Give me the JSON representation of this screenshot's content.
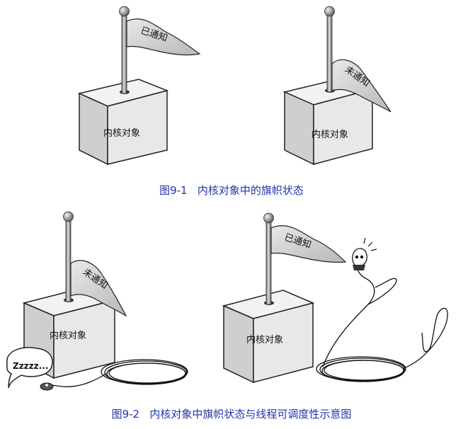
{
  "figure1": {
    "caption": "图9-1   内核对象中的旗帜状态",
    "left": {
      "box_label": "内核对象",
      "flag_label": "已通知"
    },
    "right": {
      "box_label": "内核对象",
      "flag_label": "未通知"
    }
  },
  "figure2": {
    "caption": "图9-2   内核对象中旗帜状态与线程可调度性示意图",
    "left": {
      "box_label": "内核对象",
      "flag_label": "未通知",
      "sleep_text": "Zzzzz..."
    },
    "right": {
      "box_label": "内核对象",
      "flag_label": "已通知"
    }
  },
  "colors": {
    "caption": "#2233aa",
    "box_front": "#e6e6e6",
    "box_top": "#f2f2f2",
    "box_side": "#bdbdbd",
    "flag": "#cfcfcf"
  }
}
